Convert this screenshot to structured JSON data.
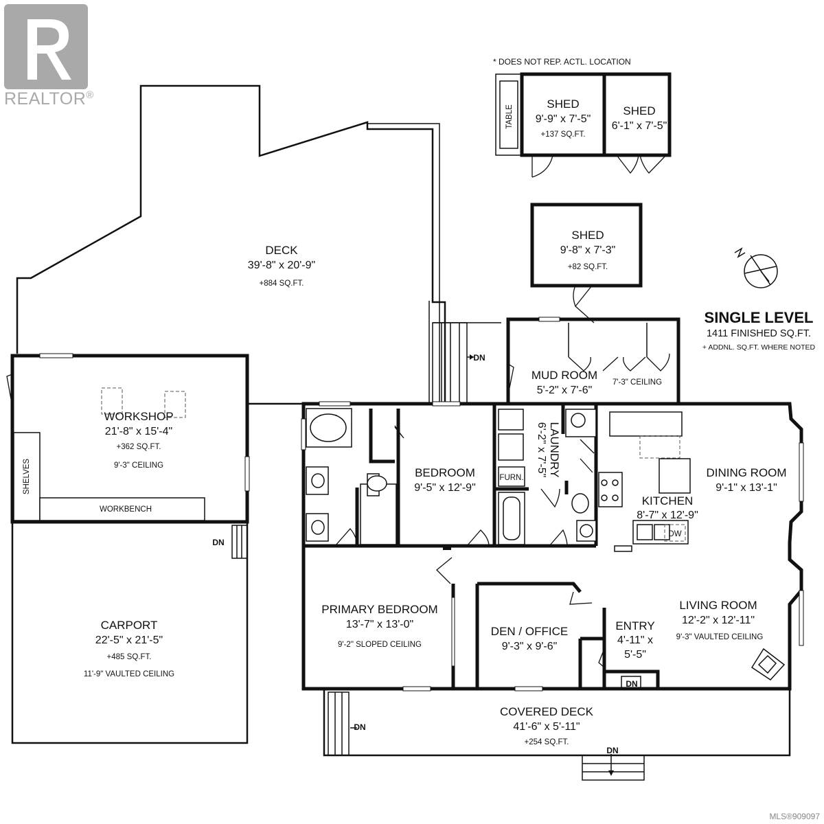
{
  "brand": {
    "logo_text": "REALTOR",
    "logo_mark": "®",
    "logo_color": "#a9a9a9"
  },
  "mls": "MLS®909097",
  "note": "* DOES NOT REP. ACTL. LOCATION",
  "summary": {
    "title": "SINGLE LEVEL",
    "finished": "1411 FINISHED SQ.FT.",
    "note": "+ ADDNL. SQ.FT. WHERE NOTED"
  },
  "compass_icon": "north-arrow-icon",
  "rooms": {
    "deck": {
      "name": "DECK",
      "dims": "39'-8\" x 20'-9\"",
      "area": "+884 SQ.FT."
    },
    "shed1": {
      "name": "SHED",
      "dims": "9'-9\" x 7'-5\"",
      "area": "+137 SQ.FT."
    },
    "shed2": {
      "name": "SHED",
      "dims": "6'-1\" x 7'-5\""
    },
    "shed3": {
      "name": "SHED",
      "dims": "9'-8\" x 7'-3\"",
      "area": "+82 SQ.FT."
    },
    "table": {
      "name": "TABLE"
    },
    "workshop": {
      "name": "WORKSHOP",
      "dims": "21'-8\" x 15'-4\"",
      "area": "+362 SQ.FT.",
      "ceiling": "9'-3\" CEILING"
    },
    "shelves": {
      "name": "SHELVES"
    },
    "workbench": {
      "name": "WORKBENCH"
    },
    "carport": {
      "name": "CARPORT",
      "dims": "22'-5\" x 21'-5\"",
      "area": "+485 SQ.FT.",
      "ceiling": "11'-9\" VAULTED CEILING"
    },
    "mud_room": {
      "name": "MUD ROOM",
      "dims": "5'-2\" x 7'-6\"",
      "ceiling": "7'-3\" CEILING"
    },
    "bedroom": {
      "name": "BEDROOM",
      "dims": "9'-5\" x 12'-9\""
    },
    "laundry": {
      "name": "LAUNDRY",
      "dims": "6'-2\" x 7'-5\""
    },
    "furn": {
      "name": "FURN."
    },
    "kitchen": {
      "name": "KITCHEN",
      "dims": "8'-7\" x 12'-9\""
    },
    "dw": {
      "name": "DW"
    },
    "dining": {
      "name": "DINING ROOM",
      "dims": "9'-1\" x 13'-1\""
    },
    "primary": {
      "name": "PRIMARY BEDROOM",
      "dims": "13'-7\" x 13'-0\"",
      "ceiling": "9'-2\" SLOPED CEILING"
    },
    "den": {
      "name": "DEN / OFFICE",
      "dims": "9'-3\" x 9'-6\""
    },
    "entry": {
      "name": "ENTRY",
      "dims_line1": "4'-11\" x",
      "dims_line2": "5'-5\""
    },
    "living": {
      "name": "LIVING ROOM",
      "dims": "12'-2\" x 12'-11\"",
      "ceiling": "9'-3\" VAULTED CEILING"
    },
    "covered_deck": {
      "name": "COVERED DECK",
      "dims": "41'-6\" x 5'-11\"",
      "area": "+254 SQ.FT."
    }
  },
  "stairs": {
    "dn_label": "DN"
  }
}
